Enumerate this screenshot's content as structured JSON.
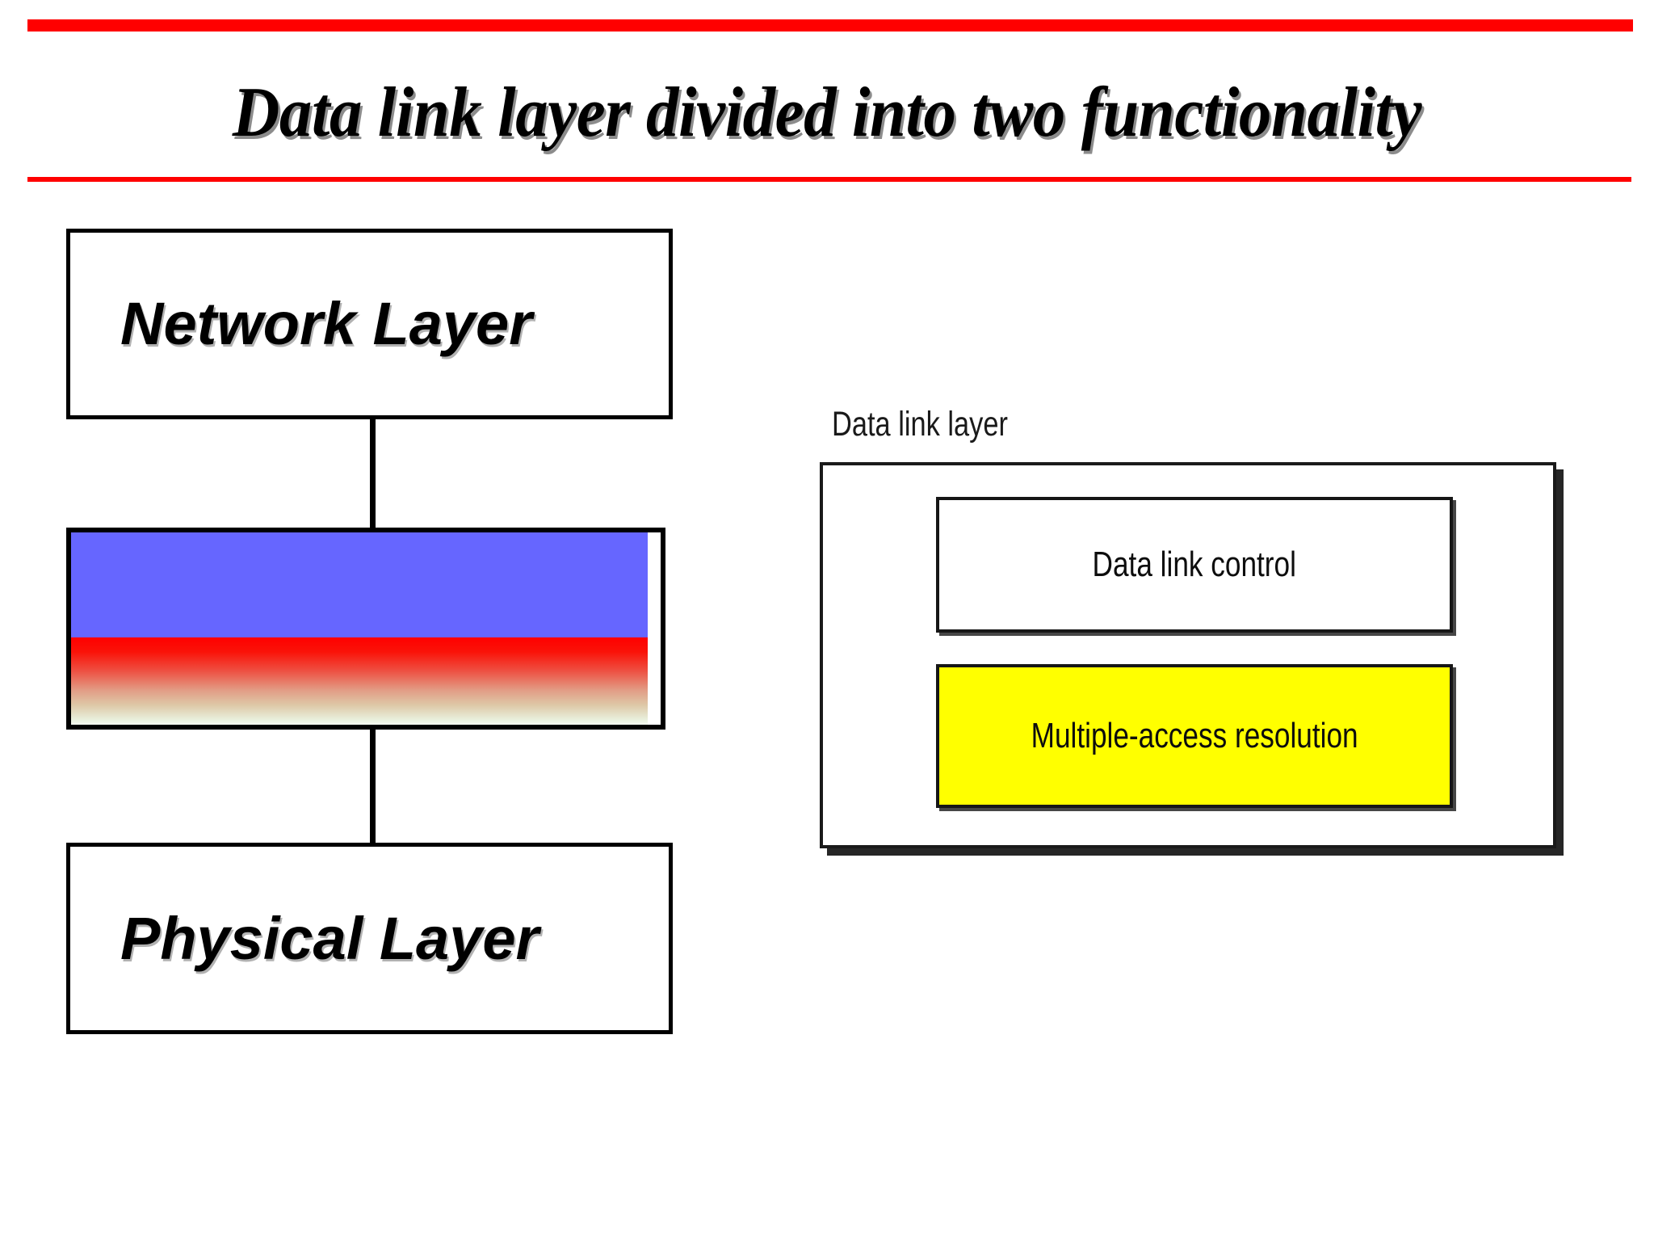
{
  "slide": {
    "title": "Data link layer divided into two functionality",
    "background_color": "#FFFFFF",
    "rule_color": "#FF0000"
  },
  "left_stack": {
    "boxes": [
      {
        "label": "Network Layer",
        "fill": "#FFFFFF",
        "border": "#000000"
      },
      {
        "label": "",
        "fill": "gradient",
        "gradient_from": "#6666FF",
        "gradient_mid": "#FF0000",
        "gradient_to": "#F4FBF2",
        "border": "#000000"
      },
      {
        "label": "Physical Layer",
        "fill": "#FFFFFF",
        "border": "#000000"
      }
    ],
    "connector_color": "#000000"
  },
  "right_diagram": {
    "caption": "Data link layer",
    "outer_box": {
      "fill": "#FFFFFF",
      "border": "#1A1A1A",
      "shadow": "#262626"
    },
    "inner_boxes": [
      {
        "label": "Data link control",
        "fill": "#FFFFFF",
        "border": "#161616"
      },
      {
        "label": "Multiple-access resolution",
        "fill": "#FFFF00",
        "border": "#161616"
      }
    ]
  }
}
